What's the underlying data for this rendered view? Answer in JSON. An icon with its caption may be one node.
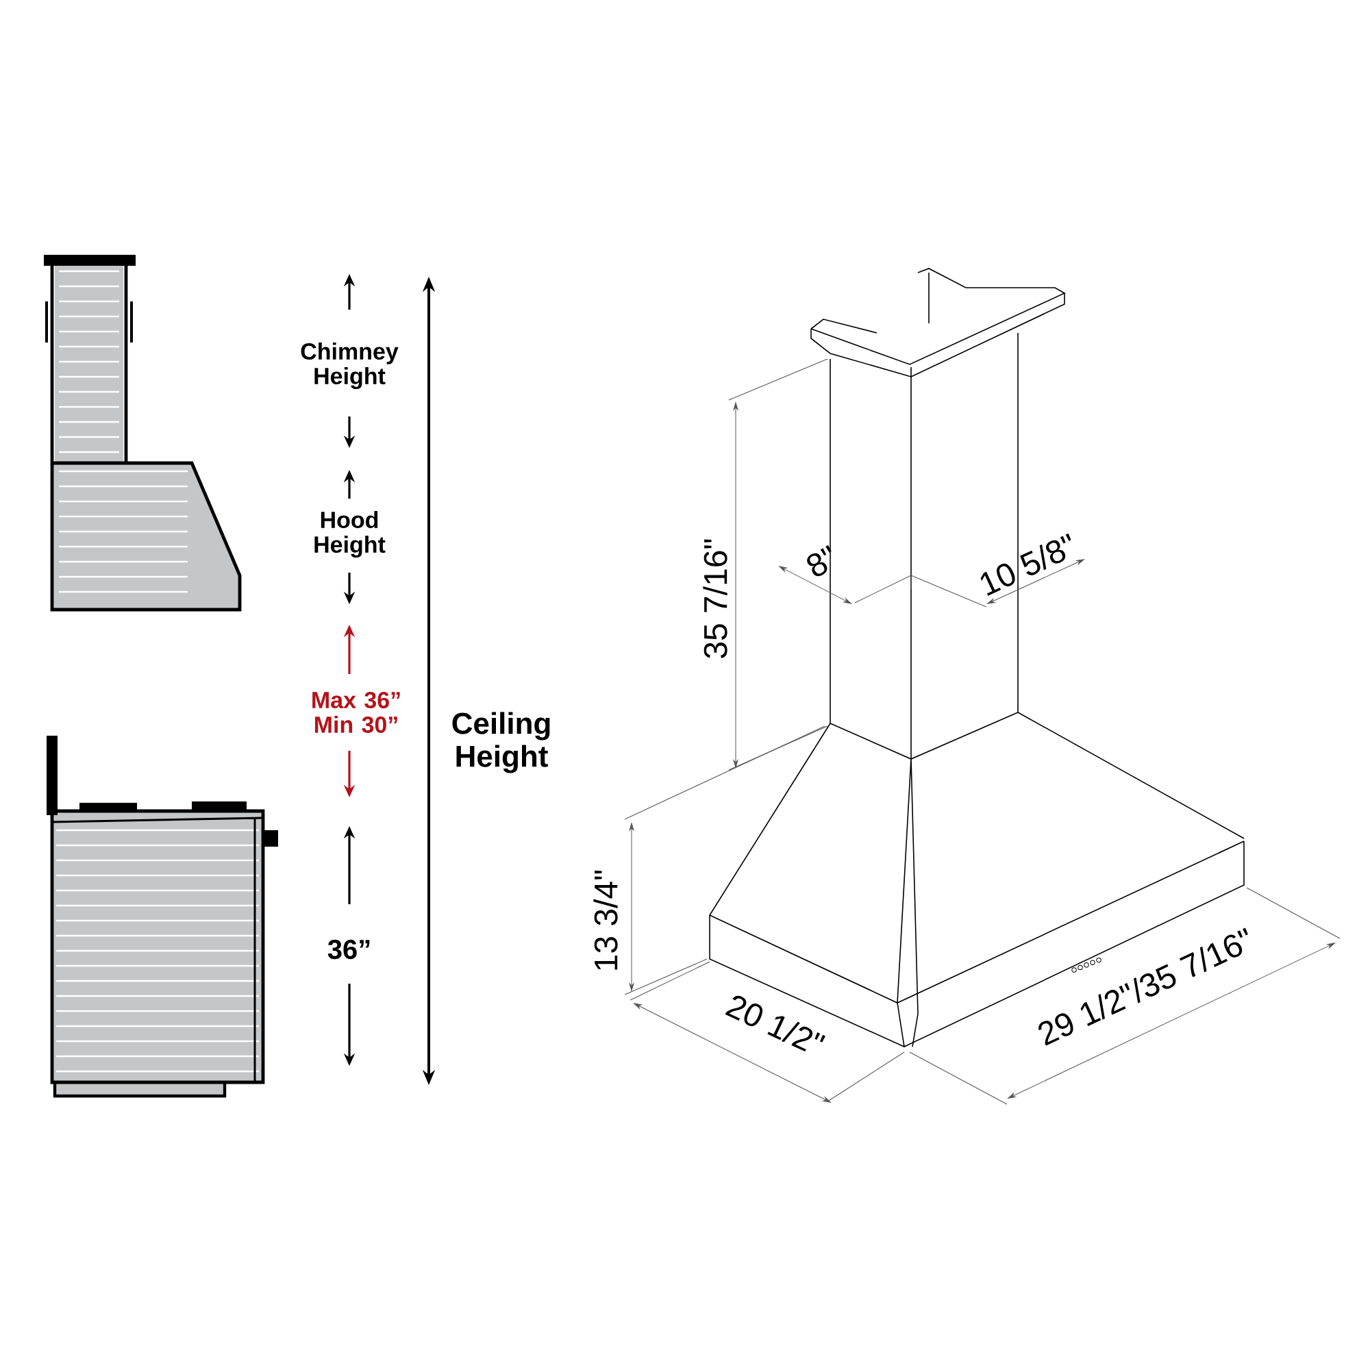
{
  "diagram": {
    "labels": [
      "Chimney Height",
      "Hood Height",
      "Max 36” Min 30”",
      "Ceiling Height",
      "36”",
      "35 7/16\"",
      "8\"",
      "10 5/8\"",
      "13 3/4\"",
      "20 1/2\"",
      "29 1/2\"/35 7/16\""
    ]
  }
}
